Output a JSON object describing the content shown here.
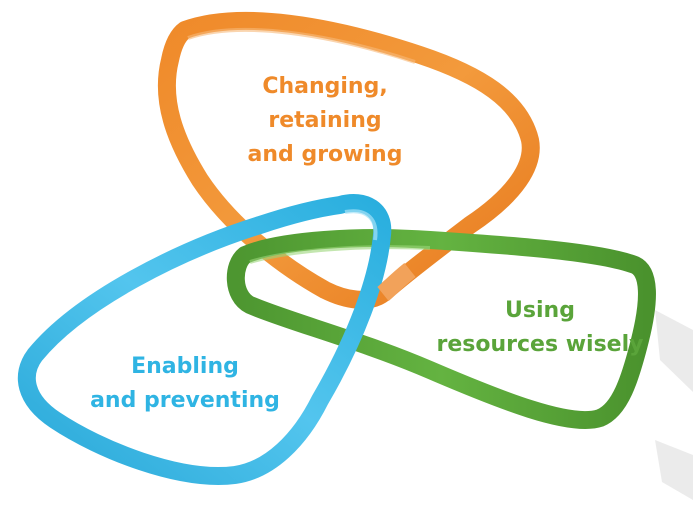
{
  "colors": {
    "orange": "#ef8a2a",
    "orange_light": "#f6b46f",
    "green": "#5aa43a",
    "green_light": "#86c85b",
    "blue": "#2fb4e3",
    "blue_light": "#8ad8f3",
    "shadow": "#d9d9d9"
  },
  "loops": [
    {
      "id": "orange",
      "lines": [
        "Changing,",
        "retaining",
        "and growing"
      ]
    },
    {
      "id": "green",
      "lines": [
        "Using",
        "resources wisely"
      ]
    },
    {
      "id": "blue",
      "lines": [
        "Enabling",
        "and preventing"
      ]
    }
  ]
}
